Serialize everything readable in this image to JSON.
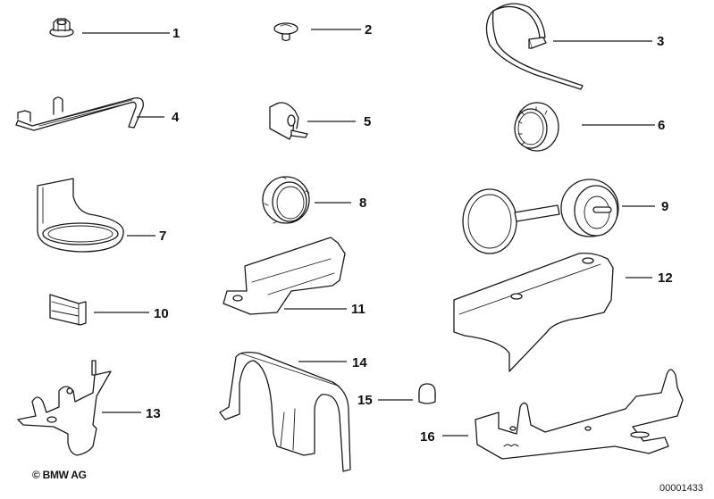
{
  "diagram": {
    "type": "exploded parts diagram",
    "callouts": [
      {
        "id": 1,
        "label": "1",
        "part": "flange-nut"
      },
      {
        "id": 2,
        "label": "2",
        "part": "expanding-rivet"
      },
      {
        "id": 3,
        "label": "3",
        "part": "cable-tie"
      },
      {
        "id": 4,
        "label": "4",
        "part": "cable-strap-with-clip"
      },
      {
        "id": 5,
        "label": "5",
        "part": "cable-holder-clip"
      },
      {
        "id": 6,
        "label": "6",
        "part": "knurled-ring-nut"
      },
      {
        "id": 7,
        "label": "7",
        "part": "ring-bracket-holder"
      },
      {
        "id": 8,
        "label": "8",
        "part": "slotted-ring-nut"
      },
      {
        "id": 9,
        "label": "9",
        "part": "ring-nut-wrench-tool"
      },
      {
        "id": 10,
        "label": "10",
        "part": "rubber-grommet-block"
      },
      {
        "id": 11,
        "label": "11",
        "part": "cable-channel-holder"
      },
      {
        "id": 12,
        "label": "12",
        "part": "cover-cap"
      },
      {
        "id": 13,
        "label": "13",
        "part": "bracket"
      },
      {
        "id": 14,
        "label": "14",
        "part": "arched-cable-holder"
      },
      {
        "id": 15,
        "label": "15",
        "part": "cap-nut"
      },
      {
        "id": 16,
        "label": "16",
        "part": "mounting-bracket-rail"
      }
    ],
    "copyright": "© BMW AG",
    "document_number": "00001433"
  }
}
